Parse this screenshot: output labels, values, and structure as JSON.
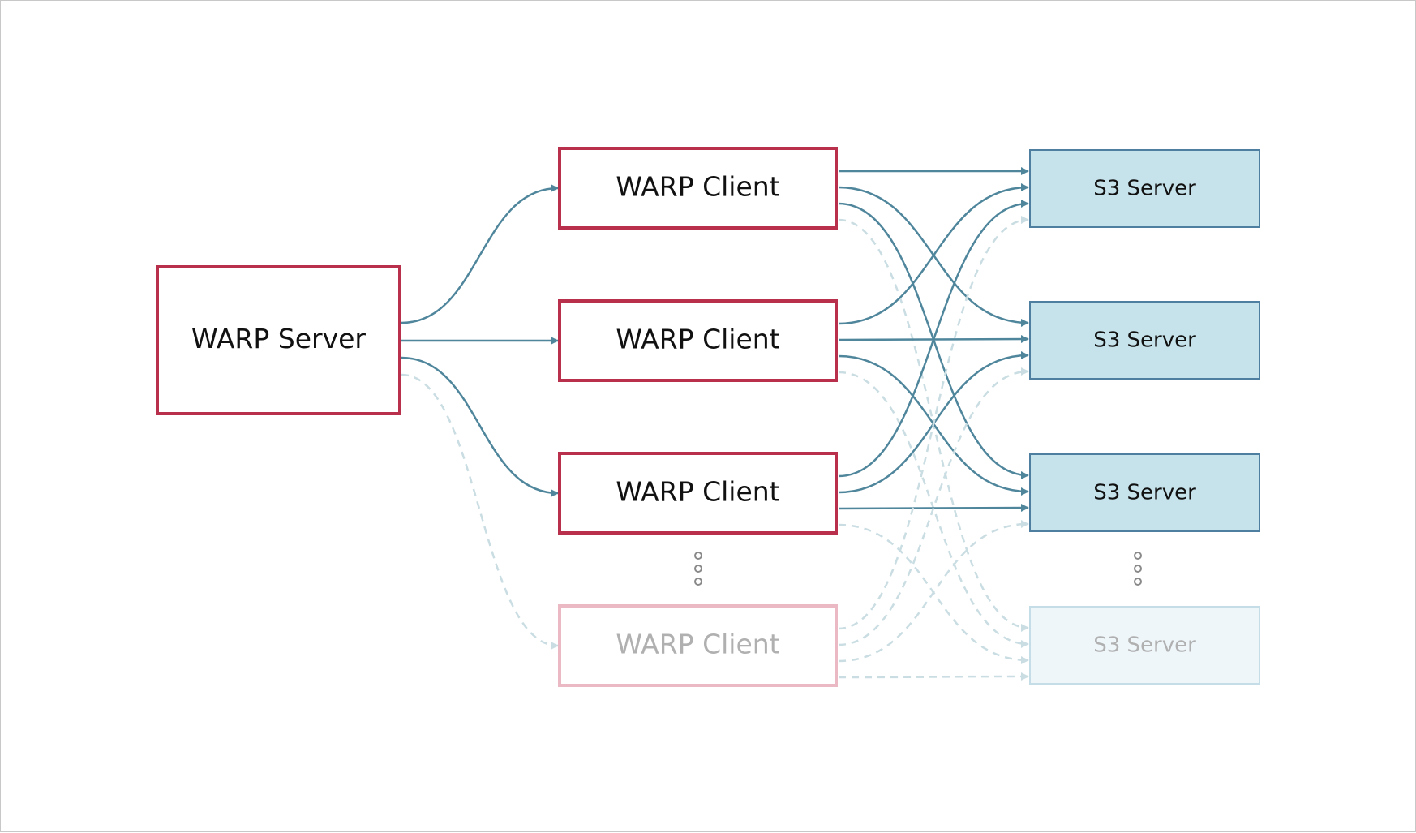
{
  "server": {
    "label": "WARP Server"
  },
  "clients": [
    {
      "label": "WARP Client",
      "faded": false
    },
    {
      "label": "WARP Client",
      "faded": false
    },
    {
      "label": "WARP Client",
      "faded": false
    },
    {
      "label": "WARP Client",
      "faded": true
    }
  ],
  "s3_servers": [
    {
      "label": "S3 Server",
      "faded": false
    },
    {
      "label": "S3 Server",
      "faded": false
    },
    {
      "label": "S3 Server",
      "faded": false
    },
    {
      "label": "S3 Server",
      "faded": true
    }
  ],
  "colors": {
    "warp_border": "#b8304c",
    "warp_border_faded": "#eab9c4",
    "s3_fill": "#c6e3ec",
    "s3_border": "#4e7fa0",
    "s3_fill_faded": "#eef6fa",
    "s3_border_faded": "#c5dde6",
    "arrow": "#4f869c",
    "arrow_faded": "#c9dde2",
    "text": "#111111",
    "text_faded": "#b0b0b0",
    "ellipsis": "#8a8a8a"
  }
}
